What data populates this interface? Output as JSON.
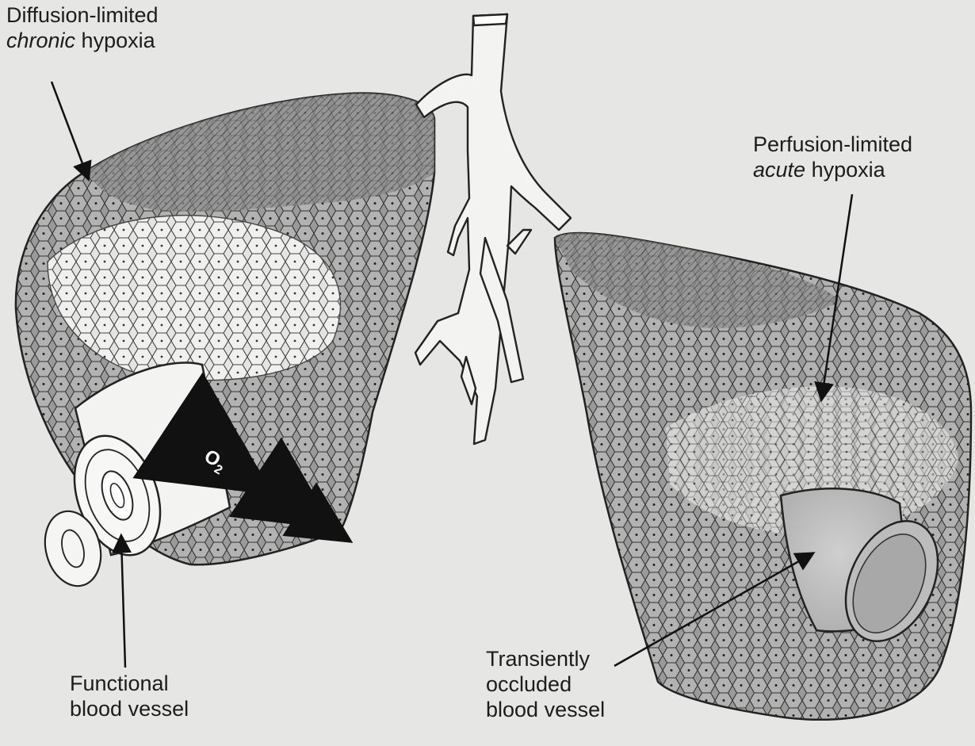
{
  "labels": {
    "diffusion": {
      "line1": "Diffusion-limited",
      "line2_em": "chronic",
      "line2_rest": " hypoxia"
    },
    "perfusion": {
      "line1": "Perfusion-limited",
      "line2_em": "acute",
      "line2_rest": " hypoxia"
    },
    "functional": {
      "line1": "Functional",
      "line2": "blood vessel"
    },
    "occluded": {
      "line1": "Transiently",
      "line2": "occluded",
      "line3": "blood vessel"
    }
  },
  "oxygen_symbol": {
    "letter": "O",
    "subscript": "2"
  },
  "colors": {
    "background": "#e6e6e4",
    "tissue_dark": "#8a8a8a",
    "tissue_light": "#dcdcdc",
    "cell_line": "#303030",
    "vessel_open": "#f4f4f2",
    "vessel_occluded": "#bdbdbd",
    "arrow": "#111111"
  }
}
